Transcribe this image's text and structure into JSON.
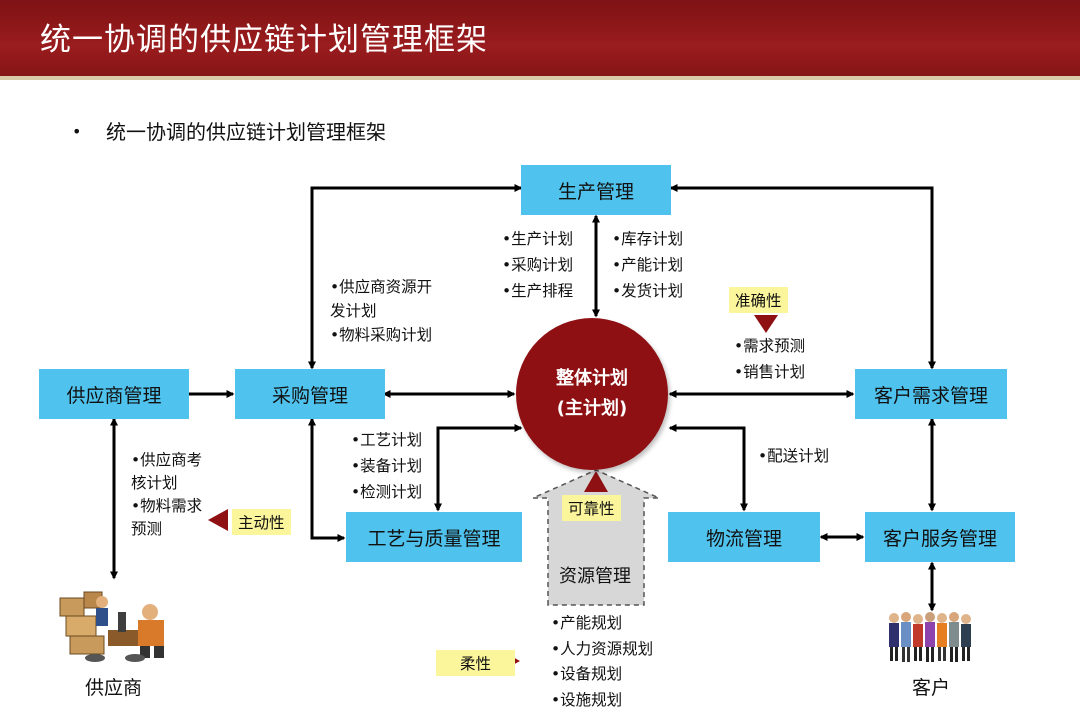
{
  "slide": {
    "title": "统一协调的供应链计划管理框架",
    "bullet": "•",
    "subtitle": "统一协调的供应链计划管理框架"
  },
  "center": {
    "line1": "整体计划",
    "line2": "(主计划)"
  },
  "boxes": {
    "production": "生产管理",
    "supplier": "供应商管理",
    "purchase": "采购管理",
    "customer_demand": "客户需求管理",
    "process_quality": "工艺与质量管理",
    "logistics": "物流管理",
    "customer_service": "客户服务管理",
    "resource": "资源管理"
  },
  "lists": {
    "production_left": [
      "•生产计划",
      "•采购计划",
      "•生产排程"
    ],
    "production_right": [
      "•库存计划",
      "•产能计划",
      "•发货计划"
    ],
    "supplier_dev": [
      "•供应商资源开",
      "发计划",
      "•物料采购计划"
    ],
    "demand": [
      "•需求预测",
      "•销售计划"
    ],
    "process": [
      "•工艺计划",
      "•装备计划",
      "•检测计划"
    ],
    "delivery": [
      "•配送计划"
    ],
    "supplier_eval": [
      "•供应商考",
      "核计划",
      "•物料需求",
      "预测"
    ],
    "resource_plans": [
      "•产能规划",
      "•人力资源规划",
      "•设备规划",
      "•设施规划"
    ]
  },
  "labels": {
    "accuracy": "准确性",
    "initiative": "主动性",
    "reliability": "可靠性",
    "flexibility": "柔性"
  },
  "captions": {
    "supplier": "供应商",
    "customer": "客户"
  },
  "colors": {
    "title_bar": "#8f1719",
    "box": "#4fc3ee",
    "center": "#8f1012",
    "label_bg": "#fbf59b",
    "triangle": "#8f1012"
  }
}
